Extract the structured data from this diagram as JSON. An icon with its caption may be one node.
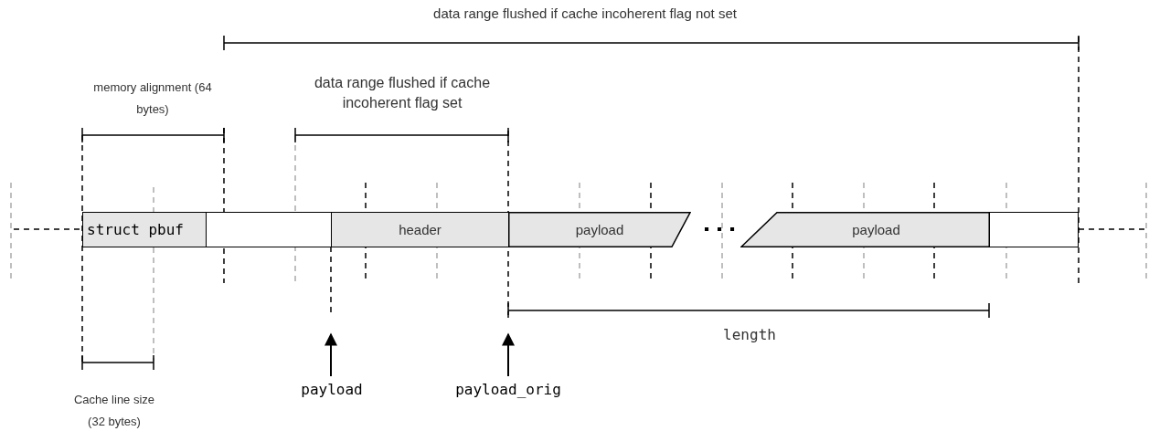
{
  "diagram": {
    "nodes": [
      {
        "text": [
          "struct pbuf"
        ]
      },
      {
        "text": [],
        "shape": "box"
      },
      {
        "text": [
          "header"
        ]
      },
      {
        "text": [
          "payload"
        ]
      },
      {
        "text": [
          "payload"
        ]
      },
      {
        "text": [],
        "shape": "box"
      },
      {
        "text": [
          "payload"
        ]
      },
      {
        "text": [
          "payload_orig"
        ]
      }
    ],
    "edges": [
      {
        "from": 6,
        "to": null,
        "arrow": "to"
      },
      {
        "from": 7,
        "to": null,
        "arrow": "to"
      }
    ],
    "labels": [
      "data range flushed if cache incoherent flag not set",
      "memory alignment (64 bytes)",
      "data range flushed if cache incoherent flag set",
      "length",
      "Cache line size (32 bytes)"
    ]
  }
}
